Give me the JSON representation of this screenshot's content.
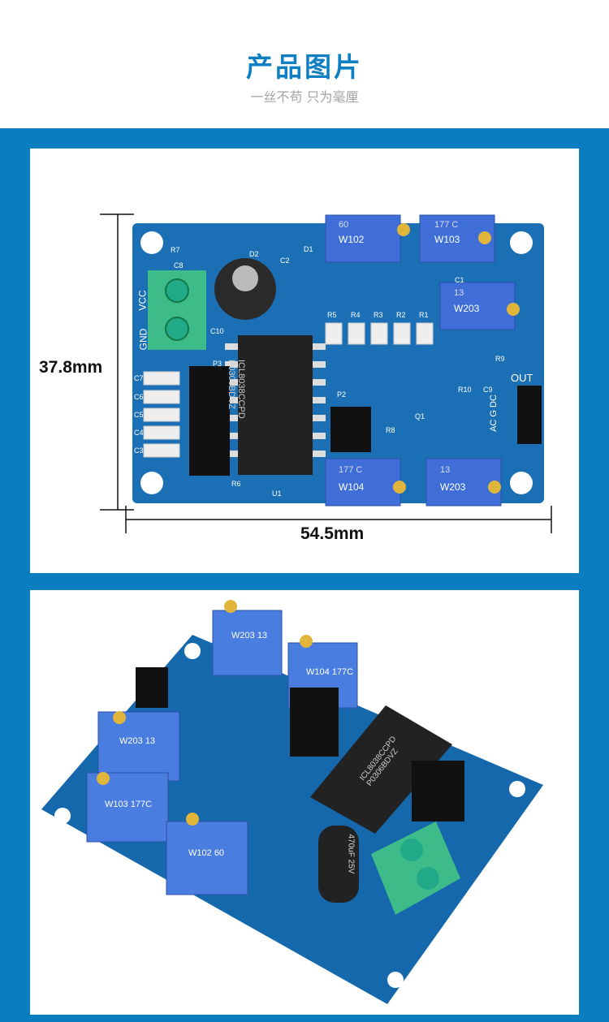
{
  "header": {
    "title": "产品图片",
    "subtitle": "一丝不苟  只为毫厘"
  },
  "photo1": {
    "height_label": "37.8mm",
    "width_label": "54.5mm",
    "chip_line1": "ICL8038CCPD",
    "chip_line2": "P0306BDVZ",
    "pots": [
      "W102",
      "W103",
      "W203",
      "W104",
      "W203"
    ],
    "pot_codes": [
      "60",
      "177 C",
      "13",
      "177 C",
      "13"
    ],
    "power_labels": {
      "vcc": "VCC",
      "gnd": "GND"
    },
    "out_label": "OUT",
    "out_pins": "AC G DC",
    "refs": [
      "R7",
      "C8",
      "D2",
      "C2",
      "D1",
      "C10",
      "R5",
      "R4",
      "R3",
      "R2",
      "R1",
      "C1",
      "R9",
      "R10",
      "C9",
      "P2",
      "P3",
      "R8",
      "U1",
      "R6",
      "C7",
      "C6",
      "C5",
      "C4",
      "C3",
      "Q1"
    ]
  },
  "photo2": {
    "chip_line1": "ICL8038CCPD",
    "chip_line2": "P0306BDVZ",
    "pots": [
      "W203",
      "W104",
      "W203",
      "W103",
      "W102"
    ],
    "pot_codes": [
      "13",
      "177C",
      "13",
      "177C",
      "60"
    ],
    "cap": "470uF 25V"
  }
}
